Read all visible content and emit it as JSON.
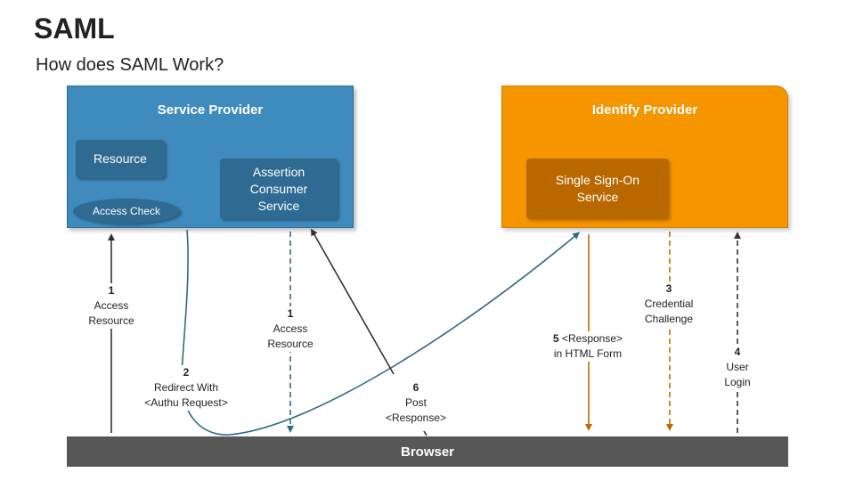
{
  "title": "SAML",
  "subtitle": "How does SAML Work?",
  "service_provider": {
    "label": "Service Provider",
    "resource": "Resource",
    "access_check": "Access Check",
    "assertion_consumer": [
      "Assertion",
      "Consumer",
      "Service"
    ]
  },
  "identity_provider": {
    "label": "Identify Provider",
    "sso": [
      "Single Sign-On",
      "Service"
    ]
  },
  "browser": "Browser",
  "steps": {
    "s1a": {
      "num": "1",
      "lines": [
        "Access",
        "Resource"
      ]
    },
    "s2": {
      "num": "2",
      "lines": [
        "Redirect With",
        "<Authu Request>"
      ]
    },
    "s1b": {
      "num": "1",
      "lines": [
        "Access",
        "Resource"
      ]
    },
    "s6": {
      "num": "6",
      "lines": [
        "Post",
        "<Response>"
      ]
    },
    "s5": {
      "num": "5",
      "inline": "<Response>",
      "lines": [
        "in HTML Form"
      ]
    },
    "s3": {
      "num": "3",
      "lines": [
        "Credential",
        "Challenge"
      ]
    },
    "s4": {
      "num": "4",
      "lines": [
        "User",
        "Login"
      ]
    }
  },
  "colors": {
    "sp_blue": "#3f8bbd",
    "sp_inner": "#2e6a92",
    "idp_orange": "#f59500",
    "idp_inner": "#b96800",
    "browser_gray": "#575757",
    "arrow_teal": "#2d6a86",
    "arrow_orange": "#c06a00",
    "arrow_dark": "#333333"
  }
}
